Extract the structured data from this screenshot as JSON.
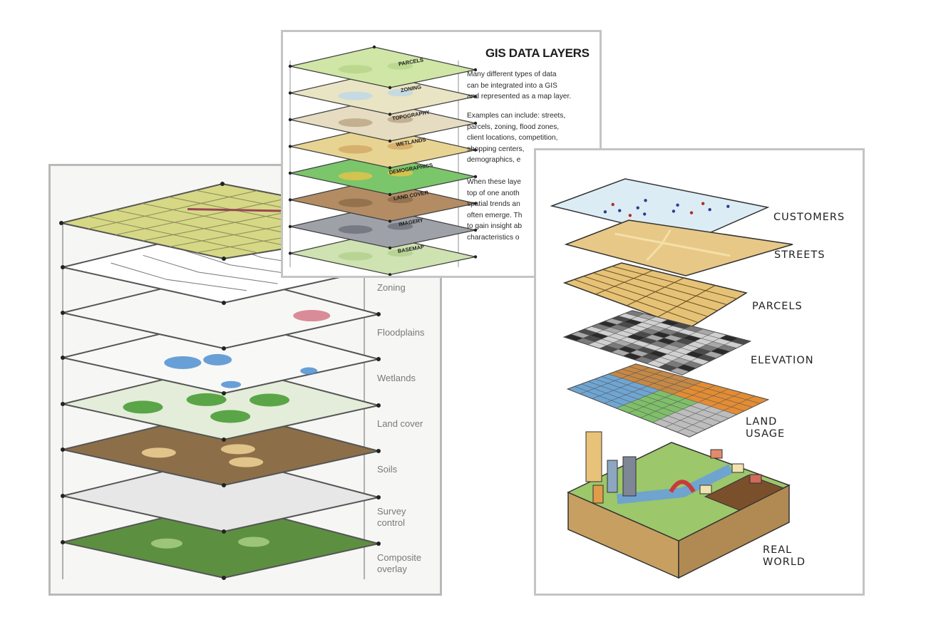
{
  "left_labels": [
    "Zoning",
    "Floodplains",
    "Wetlands",
    "Land cover",
    "Soils",
    "Survey\ncontrol",
    "Composite\noverlay"
  ],
  "center": {
    "title": "GIS DATA LAYERS",
    "paragraphs": [
      "Many different types of data\ncan be integrated into a GIS\nand represented as a map layer.",
      "Examples can include: streets,\nparcels, zoning, flood zones,\nclient locations, competition,\nshopping centers,\ndemographics, e",
      "When these laye\ntop of one anoth\nspatial trends an\noften emerge. Th\nto gain insight ab\ncharacteristics o"
    ],
    "layer_labels": [
      "PARCELS",
      "ZONING",
      "TOPOGRAPHY",
      "WETLANDS",
      "DEMOGRAPHICS",
      "LAND COVER",
      "IMAGERY",
      "BASEMAP"
    ]
  },
  "right_labels": [
    "CUSTOMERS",
    "STREETS",
    "PARCELS",
    "ELEVATION",
    "LAND\nUSAGE",
    "REAL\nWORLD"
  ]
}
